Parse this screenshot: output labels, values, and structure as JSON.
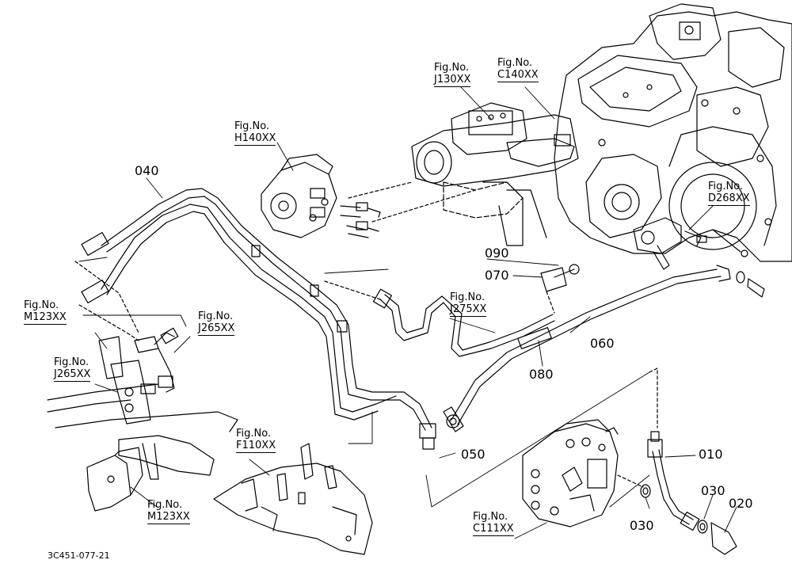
{
  "figure_labels": {
    "j130": {
      "line1": "Fig.No.",
      "line2": "J130XX"
    },
    "c140": {
      "line1": "Fig.No.",
      "line2": "C140XX"
    },
    "h140": {
      "line1": "Fig.No.",
      "line2": "H140XX"
    },
    "d268": {
      "line1": "Fig.No.",
      "line2": "D268XX"
    },
    "j275": {
      "line1": "Fig.No.",
      "line2": "J275XX"
    },
    "m123a": {
      "line1": "Fig.No.",
      "line2": "M123XX"
    },
    "j265a": {
      "line1": "Fig.No.",
      "line2": "J265XX"
    },
    "j265b": {
      "line1": "Fig.No.",
      "line2": "J265XX"
    },
    "f110": {
      "line1": "Fig.No.",
      "line2": "F110XX"
    },
    "m123b": {
      "line1": "Fig.No.",
      "line2": "M123XX"
    },
    "c111": {
      "line1": "Fig.No.",
      "line2": "C111XX"
    }
  },
  "part_numbers": {
    "p040": "040",
    "p090": "090",
    "p070": "070",
    "p060": "060",
    "p080": "080",
    "p050": "050",
    "p010": "010",
    "p030a": "030",
    "p030b": "030",
    "p020": "020"
  },
  "footer": {
    "code": "3C451-077-21"
  },
  "colors": {
    "line": "#000000",
    "background": "#ffffff"
  }
}
